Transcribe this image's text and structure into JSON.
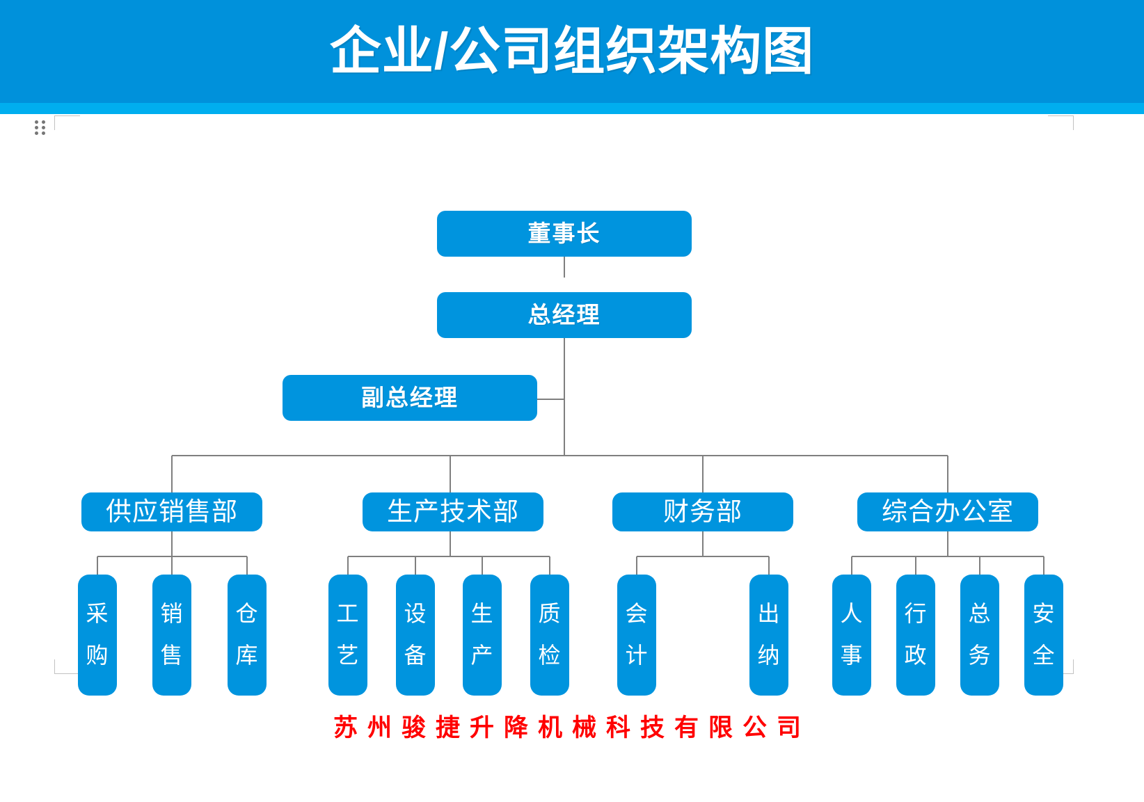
{
  "header": {
    "title": "企业/公司组织架构图",
    "banner_color": "#0091db",
    "strip_color": "#00aeef"
  },
  "theme": {
    "node_color": "#0094de",
    "node_text_color": "#ffffff",
    "connector_color": "#7f7f7f",
    "footer_color": "#ff0000",
    "guide_color": "#c2c2c2"
  },
  "chart_data": {
    "type": "org-chart",
    "title": "企业/公司组织架构图",
    "levels": [
      {
        "level": 1,
        "nodes": [
          "董事长"
        ]
      },
      {
        "level": 2,
        "nodes": [
          "总经理"
        ]
      },
      {
        "level": 3,
        "nodes": [
          "副总经理"
        ]
      },
      {
        "level": 4,
        "nodes": [
          "供应销售部",
          "生产技术部",
          "财务部",
          "综合办公室"
        ]
      },
      {
        "level": 5,
        "nodes": [
          "采购",
          "销售",
          "仓库",
          "工艺",
          "设备",
          "生产",
          "质检",
          "会计",
          "出纳",
          "人事",
          "行政",
          "总务",
          "安全"
        ]
      }
    ],
    "edges": [
      [
        "董事长",
        "总经理"
      ],
      [
        "总经理",
        "副总经理"
      ],
      [
        "总经理",
        "供应销售部"
      ],
      [
        "总经理",
        "生产技术部"
      ],
      [
        "总经理",
        "财务部"
      ],
      [
        "总经理",
        "综合办公室"
      ],
      [
        "供应销售部",
        "采购"
      ],
      [
        "供应销售部",
        "销售"
      ],
      [
        "供应销售部",
        "仓库"
      ],
      [
        "生产技术部",
        "工艺"
      ],
      [
        "生产技术部",
        "设备"
      ],
      [
        "生产技术部",
        "生产"
      ],
      [
        "生产技术部",
        "质检"
      ],
      [
        "财务部",
        "会计"
      ],
      [
        "财务部",
        "出纳"
      ],
      [
        "综合办公室",
        "人事"
      ],
      [
        "综合办公室",
        "行政"
      ],
      [
        "综合办公室",
        "总务"
      ],
      [
        "综合办公室",
        "安全"
      ]
    ]
  },
  "nodes": {
    "chairman": "董事长",
    "general_manager": "总经理",
    "deputy_general_manager": "副总经理",
    "departments": [
      {
        "label": "供应销售部"
      },
      {
        "label": "生产技术部"
      },
      {
        "label": "财务部"
      },
      {
        "label": "综合办公室"
      }
    ],
    "units": [
      {
        "label": "采购",
        "chars": [
          "采",
          "购"
        ]
      },
      {
        "label": "销售",
        "chars": [
          "销",
          "售"
        ]
      },
      {
        "label": "仓库",
        "chars": [
          "仓",
          "库"
        ]
      },
      {
        "label": "工艺",
        "chars": [
          "工",
          "艺"
        ]
      },
      {
        "label": "设备",
        "chars": [
          "设",
          "备"
        ]
      },
      {
        "label": "生产",
        "chars": [
          "生",
          "产"
        ]
      },
      {
        "label": "质检",
        "chars": [
          "质",
          "检"
        ]
      },
      {
        "label": "会计",
        "chars": [
          "会",
          "计"
        ]
      },
      {
        "label": "出纳",
        "chars": [
          "出",
          "纳"
        ]
      },
      {
        "label": "人事",
        "chars": [
          "人",
          "事"
        ]
      },
      {
        "label": "行政",
        "chars": [
          "行",
          "政"
        ]
      },
      {
        "label": "总务",
        "chars": [
          "总",
          "务"
        ]
      },
      {
        "label": "安全",
        "chars": [
          "安",
          "全"
        ]
      }
    ]
  },
  "footer": {
    "company": "苏州骏捷升降机械科技有限公司"
  }
}
